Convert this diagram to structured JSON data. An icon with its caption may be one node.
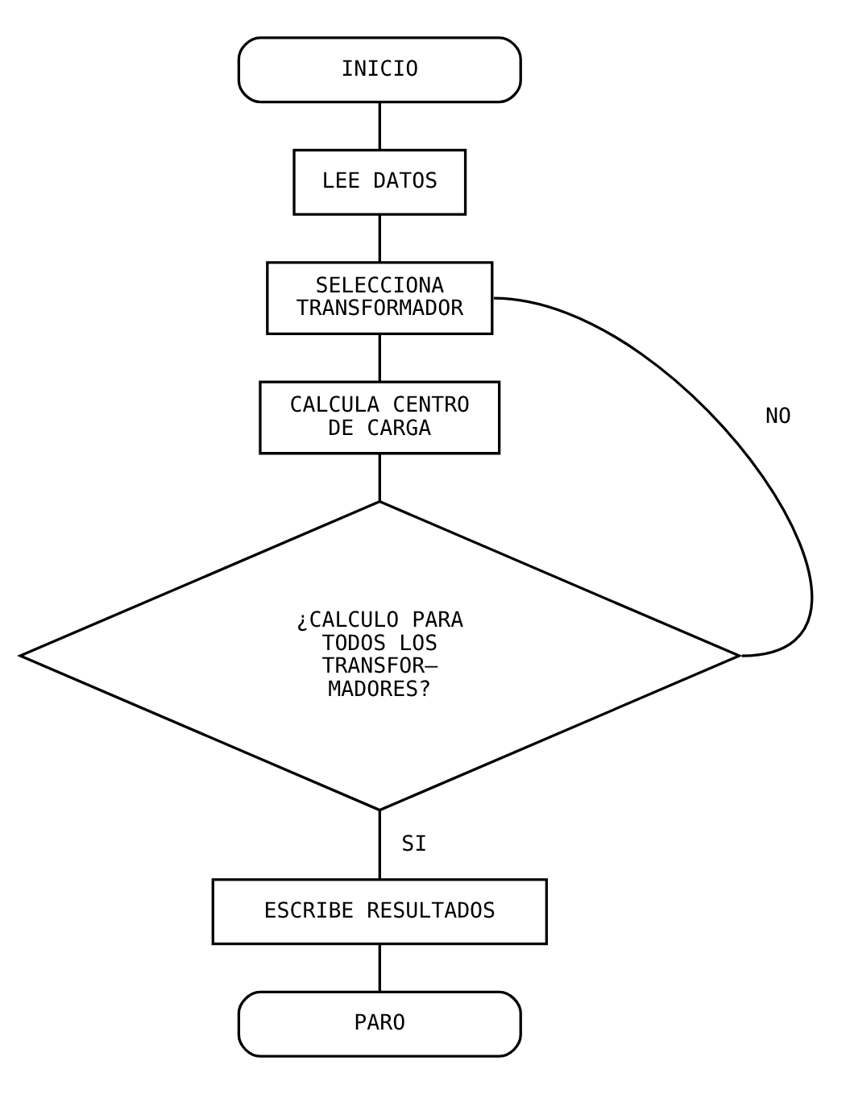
{
  "diagram": {
    "nodes": [
      {
        "text": [
          "INICIO"
        ]
      },
      {
        "text": [
          "LEE DATOS"
        ]
      },
      {
        "text": [
          "SELECCIONA TRANSFORMADOR"
        ]
      },
      {
        "text": [
          "CALCULA CENTRO DE CARGA"
        ]
      },
      {
        "text": [
          "¿CALCULO PARA TODOS LOS TRANSFOR— MADORES?"
        ]
      },
      {
        "text": [
          "ESCRIBE RESULTADOS"
        ]
      },
      {
        "text": [
          "PARO"
        ]
      }
    ],
    "edges": [
      {
        "from": 0,
        "to": 1,
        "arrow": "none"
      },
      {
        "from": 1,
        "to": 2,
        "arrow": "none"
      },
      {
        "from": 2,
        "to": 3,
        "arrow": "none"
      },
      {
        "from": 3,
        "to": 4,
        "arrow": "none"
      },
      {
        "from": 4,
        "to": 5,
        "arrow": "none",
        "label": "SI"
      },
      {
        "from": 4,
        "to": 2,
        "arrow": "none",
        "label": "NO"
      },
      {
        "from": 5,
        "to": 6,
        "arrow": "none"
      }
    ]
  }
}
